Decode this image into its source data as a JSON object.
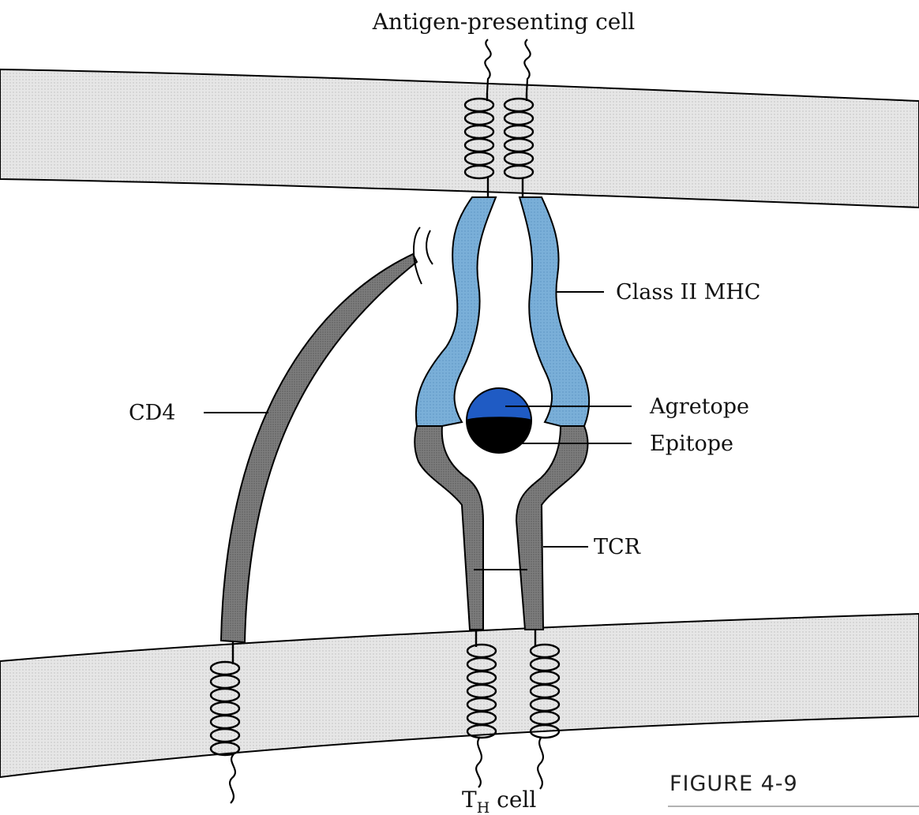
{
  "diagram": {
    "top_cell_label": "Antigen-presenting cell",
    "bottom_cell_label": {
      "main": "T",
      "subscript": "H",
      "rest": " cell"
    },
    "labels": {
      "class_ii_mhc": "Class II MHC",
      "agretope": "Agretope",
      "epitope": "Epitope",
      "cd4": "CD4",
      "tcr": "TCR"
    },
    "figure_number": "FIGURE 4-9",
    "colors": {
      "mhc_blue": "#7aafd8",
      "agretope_blue": "#1f5bc4",
      "epitope_black": "#000000",
      "membrane_gray": "#e3e3e3",
      "tcr_gray": "#7d7d7d"
    }
  }
}
